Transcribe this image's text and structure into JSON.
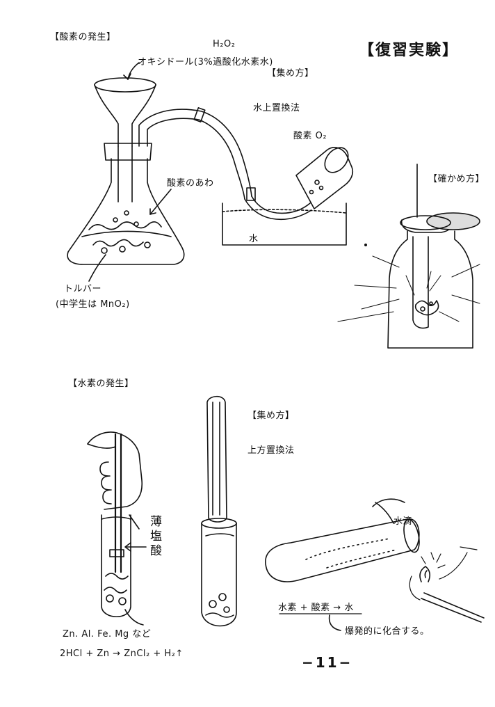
{
  "page": {
    "title": "【復習実験】",
    "page_number": "−11−"
  },
  "oxygen": {
    "section_label": "【酸素の発生】",
    "funnel_formula": "H₂O₂",
    "funnel_label": "オキシドール(3%過酸化水素水)",
    "collect_label": "【集め方】",
    "method": "水上置換法",
    "gas_label": "酸素 O₂",
    "bubbles_label": "酸素のあわ",
    "water_label": "水",
    "catalyst_label": "トルバー",
    "catalyst_note": "(中学生は MnO₂)",
    "check_label": "【確かめ方】"
  },
  "hydrogen": {
    "section_label": "【水素の発生】",
    "acid_label": "薄塩酸",
    "collect_label": "【集め方】",
    "method": "上方置換法",
    "metals_label": "Zn. Al. Fe. Mg など",
    "equation": "2HCl + Zn → ZnCl₂ + H₂↑",
    "droplet_label": "水滴",
    "reaction_label": "水素 + 酸素 → 水",
    "explosion_label": "爆発的に化合する。"
  },
  "icons": [
    "flask",
    "funnel",
    "delivery-tube",
    "water-trough",
    "gas-jar",
    "test-tube",
    "hand",
    "match"
  ]
}
